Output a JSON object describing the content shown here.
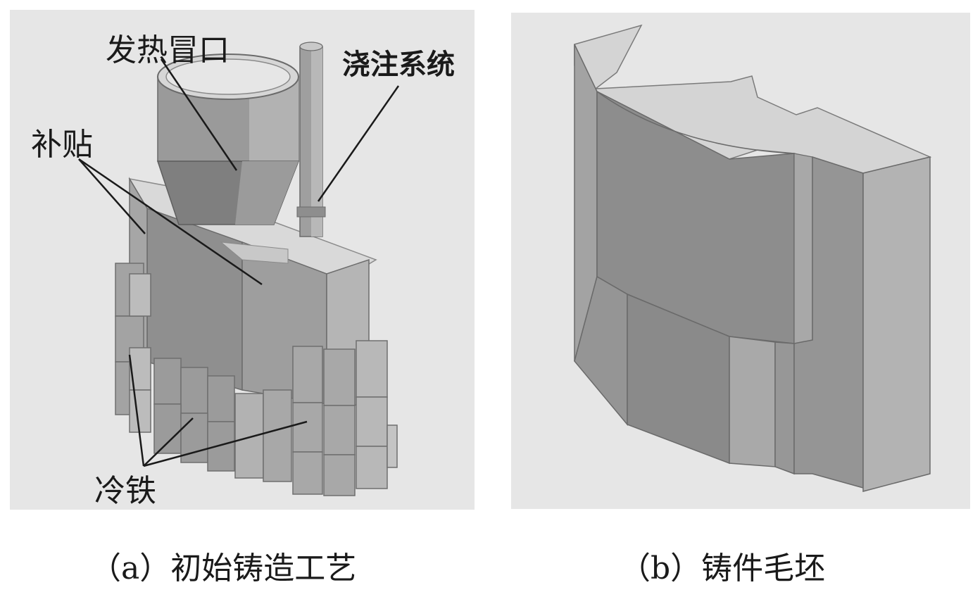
{
  "panel_a": {
    "labels": {
      "riser": "发热冒口",
      "gating": "浇注系统",
      "padding": "补贴",
      "chill": "冷铁"
    },
    "caption": "（a）初始铸造工艺"
  },
  "panel_b": {
    "caption": "（b）铸件毛坯"
  }
}
